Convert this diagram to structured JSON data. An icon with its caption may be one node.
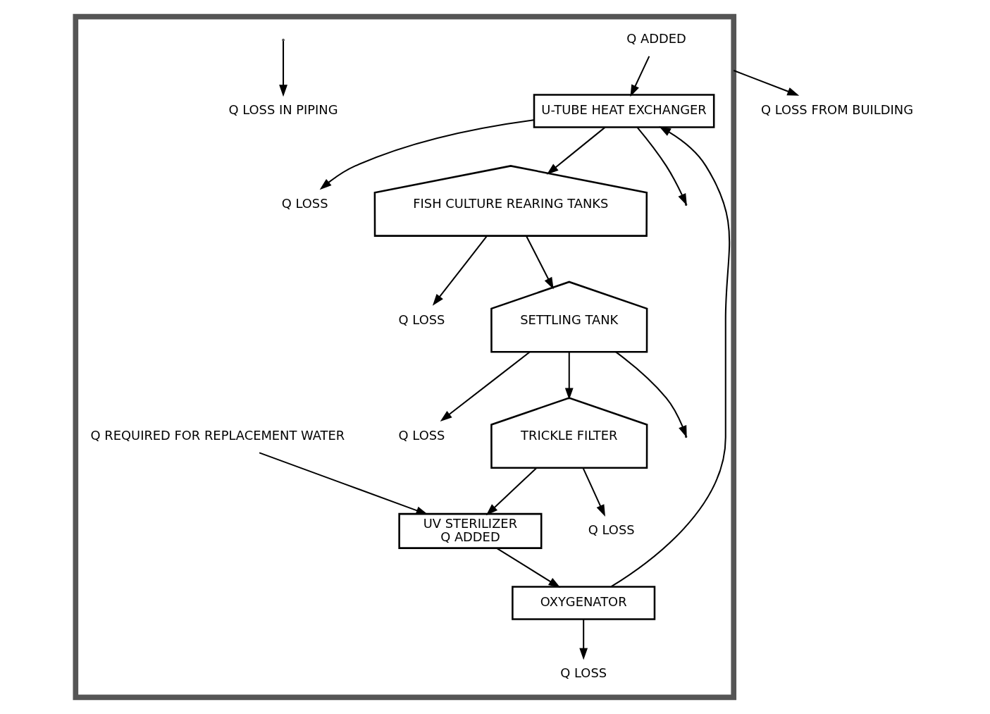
{
  "diagram": {
    "nodes": [
      {
        "text": [],
        "shape": "box"
      },
      {
        "text": [
          "Q ADDED"
        ],
        "in": 0
      },
      {
        "text": [
          "U-TUBE HEAT EXCHANGER"
        ],
        "in": 0
      },
      {
        "text": [
          "Q LOSS"
        ],
        "in": 0
      },
      {
        "text": [
          "FISH CULTURE REARING TANKS"
        ],
        "in": 0
      },
      {
        "text": [
          "Q LOSS"
        ],
        "in": 0
      },
      {
        "text": [
          "SETTLING TANK"
        ],
        "in": 0
      },
      {
        "text": [
          "Q LOSS"
        ],
        "in": 0
      },
      {
        "text": [
          "TRICKLE FILTER"
        ],
        "in": 0
      },
      {
        "text": [
          "Q LOSS"
        ],
        "in": 0
      },
      {
        "text": [
          "UV STERILIZER",
          "Q ADDED"
        ],
        "in": 0
      },
      {
        "text": [
          "OXYGENATOR"
        ],
        "in": 0
      },
      {
        "text": [
          "Q LOSS"
        ],
        "in": 0
      },
      {
        "text": [
          "Q LOSS IN PIPING"
        ],
        "in": 0
      },
      {
        "text": [
          "Q REQUIRED FOR REPLACEMENT WATER"
        ],
        "in": 0
      },
      {
        "text": [
          "Q LOSS FROM BUILDING"
        ]
      }
    ],
    "edges": [
      {
        "from": 1,
        "to": 2,
        "arrow": "to"
      },
      {
        "from": 2,
        "to": 3,
        "arrow": "to"
      },
      {
        "from": 2,
        "to": null,
        "arrow": "to"
      },
      {
        "from": 2,
        "to": 4,
        "arrow": "to"
      },
      {
        "from": 4,
        "to": 5,
        "arrow": "to"
      },
      {
        "from": 4,
        "to": 6,
        "arrow": "to"
      },
      {
        "from": 6,
        "to": 7,
        "arrow": "to"
      },
      {
        "from": 6,
        "to": null,
        "arrow": "to"
      },
      {
        "from": 6,
        "to": 8,
        "arrow": "to"
      },
      {
        "from": 8,
        "to": 9,
        "arrow": "to"
      },
      {
        "from": 8,
        "to": 10,
        "arrow": "to"
      },
      {
        "from": 14,
        "to": 10,
        "arrow": "to"
      },
      {
        "from": 10,
        "to": 11,
        "arrow": "to"
      },
      {
        "from": 11,
        "to": 12,
        "arrow": "to"
      },
      {
        "from": 11,
        "to": 2,
        "arrow": "to"
      },
      {
        "from": null,
        "to": 13,
        "arrow": "to"
      },
      {
        "from": 0,
        "to": 15,
        "arrow": "to"
      }
    ]
  }
}
